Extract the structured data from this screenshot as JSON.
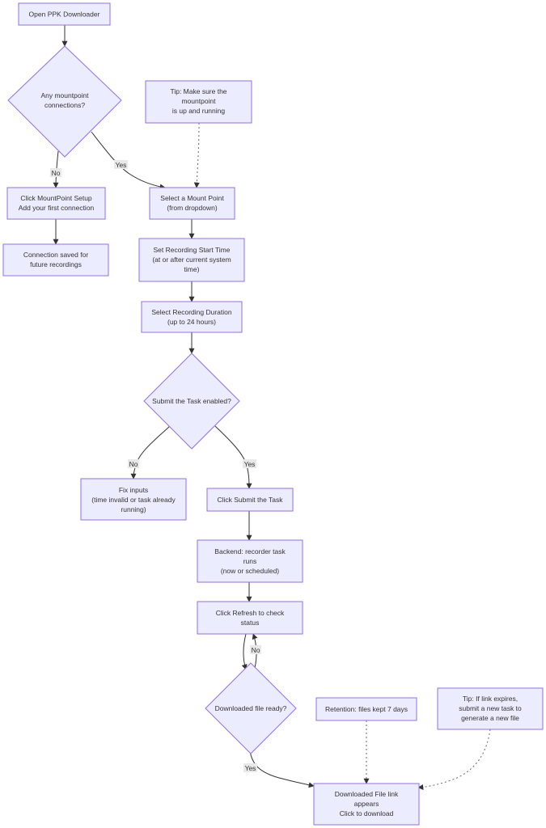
{
  "nodes": {
    "open": {
      "lines": [
        "Open PPK Downloader"
      ]
    },
    "any_mount": {
      "lines": [
        "Any mountpoint",
        "connections?"
      ]
    },
    "tip_mount": {
      "lines": [
        "Tip: Make sure the",
        "mountpoint",
        "is up and running"
      ]
    },
    "click_setup": {
      "lines": [
        "Click MountPoint Setup",
        "Add your first connection"
      ]
    },
    "select_mount": {
      "lines": [
        "Select a Mount Point",
        "(from dropdown)"
      ]
    },
    "conn_saved": {
      "lines": [
        "Connection saved for",
        "future recordings"
      ]
    },
    "set_start": {
      "lines": [
        "Set Recording Start Time",
        "(at or after current system",
        "time)"
      ]
    },
    "select_duration": {
      "lines": [
        "Select Recording Duration",
        "(up to 24 hours)"
      ]
    },
    "submit_enabled": {
      "lines": [
        "Submit the Task enabled?"
      ]
    },
    "fix_inputs": {
      "lines": [
        "Fix inputs",
        "(time invalid or task already",
        "running)"
      ]
    },
    "click_submit": {
      "lines": [
        "Click Submit the Task"
      ]
    },
    "backend": {
      "lines": [
        "Backend: recorder task",
        "runs",
        "(now or scheduled)"
      ]
    },
    "click_refresh": {
      "lines": [
        "Click Refresh to check",
        "status"
      ]
    },
    "file_ready": {
      "lines": [
        "Downloaded file ready?"
      ]
    },
    "retention": {
      "lines": [
        "Retention: files kept 7 days"
      ]
    },
    "tip_link": {
      "lines": [
        "Tip: If link expires,",
        "submit a new task to",
        "generate a new file"
      ]
    },
    "download_link": {
      "lines": [
        "Downloaded File link",
        "appears",
        "Click to download"
      ]
    }
  },
  "edge_labels": {
    "any_no": "No",
    "any_yes": "Yes",
    "submit_no": "No",
    "submit_yes": "Yes",
    "ready_no": "No",
    "ready_yes": "Yes"
  },
  "colors": {
    "node_fill": "#ECECFF",
    "node_stroke": "#9370DB",
    "edge": "#333333",
    "label_bg": "#e8e8e8"
  }
}
